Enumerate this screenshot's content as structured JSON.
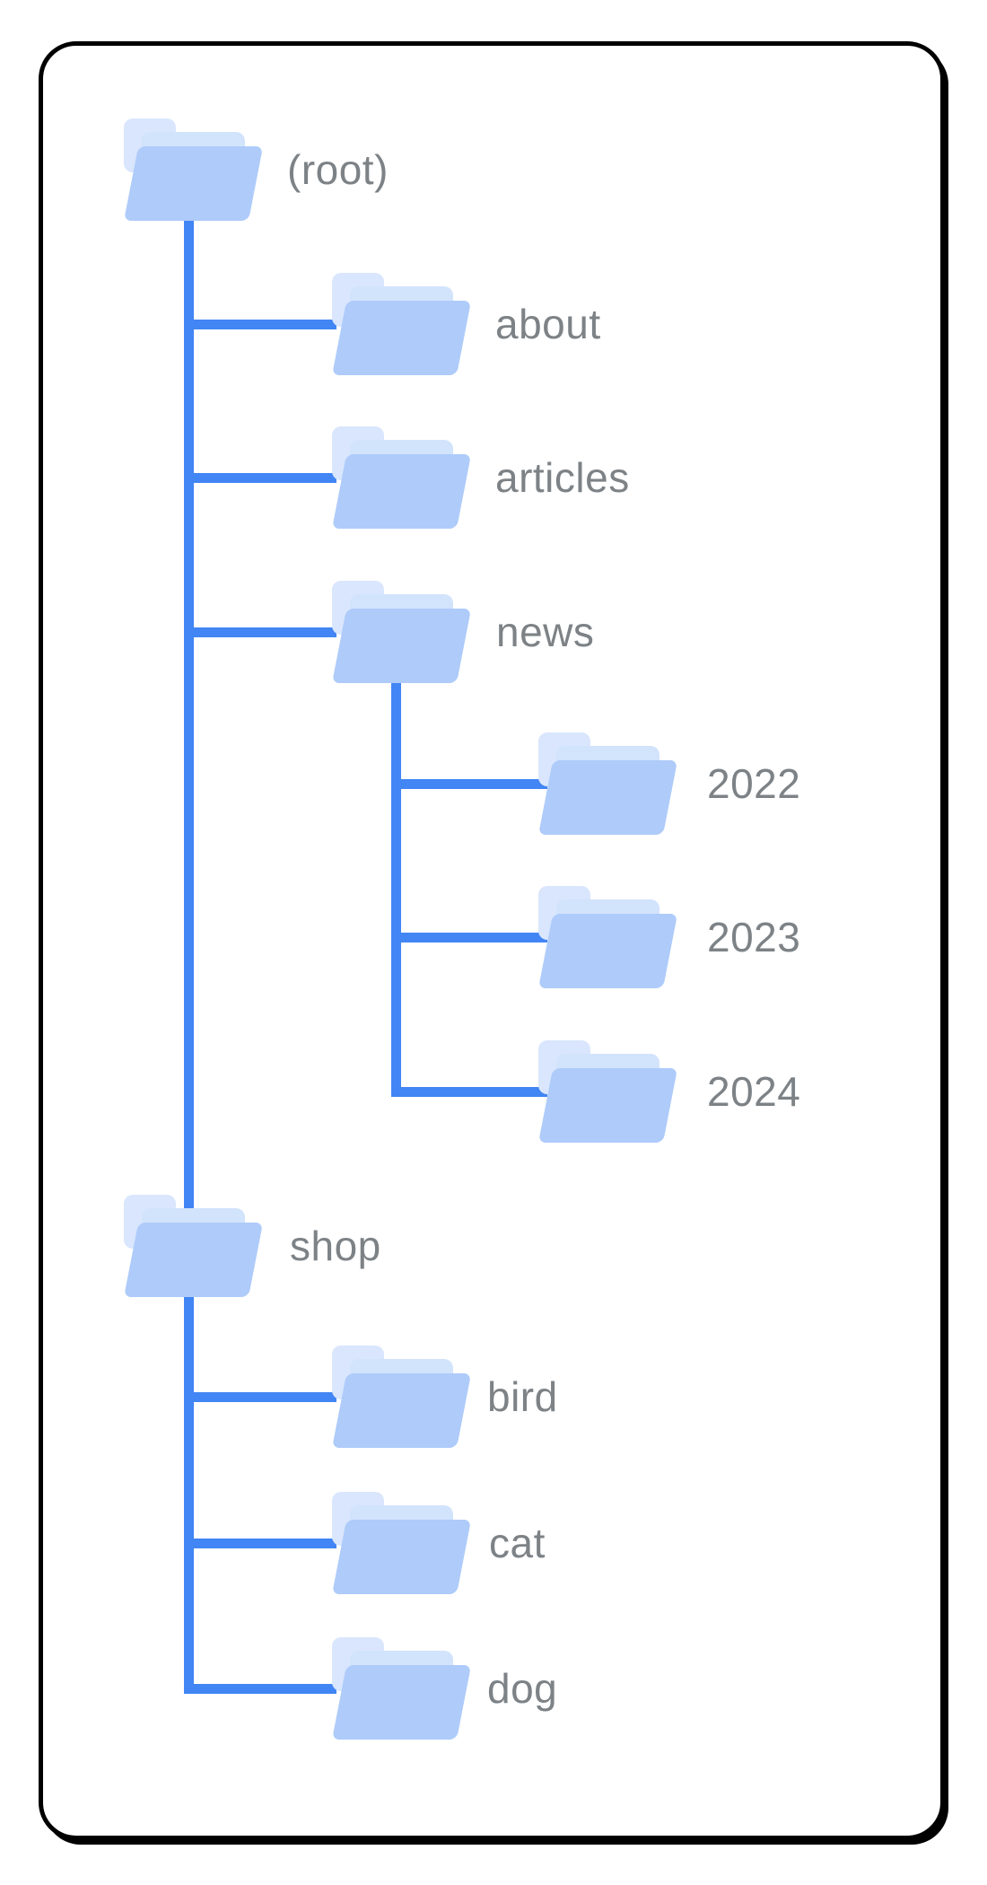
{
  "diagram": {
    "description": "Site folder structure tree diagram",
    "colors": {
      "line": "#4285f4",
      "folder_front": "#aecbfa",
      "folder_back": "#d2e3fc",
      "folder_tab": "#d9e6fd",
      "label": "#7d8286",
      "card_border": "#000000",
      "card_bg": "#ffffff",
      "page_bg": "#ffffff"
    },
    "tree": {
      "nodes": [
        {
          "id": "root",
          "label": "(root)",
          "parent": null
        },
        {
          "id": "about",
          "label": "about",
          "parent": "root"
        },
        {
          "id": "articles",
          "label": "articles",
          "parent": "root"
        },
        {
          "id": "news",
          "label": "news",
          "parent": "root"
        },
        {
          "id": "2022",
          "label": "2022",
          "parent": "news"
        },
        {
          "id": "2023",
          "label": "2023",
          "parent": "news"
        },
        {
          "id": "2024",
          "label": "2024",
          "parent": "news"
        },
        {
          "id": "shop",
          "label": "shop",
          "parent": "root"
        },
        {
          "id": "bird",
          "label": "bird",
          "parent": "shop"
        },
        {
          "id": "cat",
          "label": "cat",
          "parent": "shop"
        },
        {
          "id": "dog",
          "label": "dog",
          "parent": "shop"
        }
      ]
    }
  }
}
